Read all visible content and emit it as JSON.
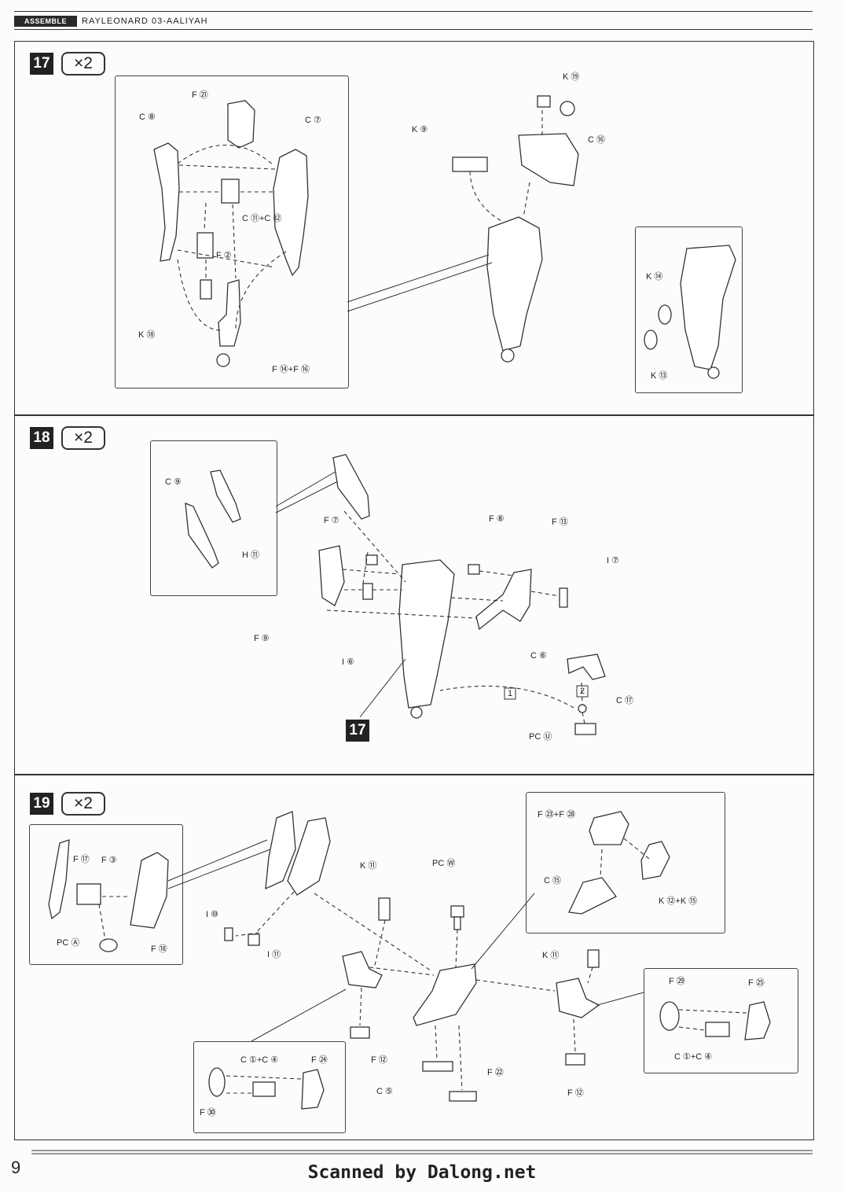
{
  "header": {
    "tag": "ASSEMBLE",
    "title": "RAYLEONARD 03-AALIYAH"
  },
  "steps": [
    {
      "number": "17",
      "multiplier": "×2",
      "labels": {
        "f21": "F ㉑",
        "c8": "C ⑧",
        "c7": "C ⑦",
        "c11c12": "C ⑪+C ⑫",
        "f2": "F ②",
        "k18": "K ⑱",
        "f14f16": "F ⑭+F ⑯",
        "k19": "K ⑲",
        "k9": "K ⑨",
        "c16": "C ⑯",
        "k14": "K ⑭",
        "k13": "K ⑬"
      }
    },
    {
      "number": "18",
      "multiplier": "×2",
      "labels": {
        "c9": "C ⑨",
        "h11": "H ⑪",
        "f7": "F ⑦",
        "f8": "F ⑧",
        "f13": "F ⑬",
        "i7": "I ⑦",
        "f9": "F ⑨",
        "i6": "I ⑥",
        "c6": "C ⑥",
        "c17": "C ⑰",
        "pcu": "PC Ⓤ",
        "seq1": "1",
        "seq2": "2",
        "ref17": "17"
      }
    },
    {
      "number": "19",
      "multiplier": "×2",
      "labels": {
        "f17": "F ⑰",
        "f3": "F ③",
        "pca": "PC Ⓐ",
        "f18": "F ⑱",
        "i10": "I ⑩",
        "i11": "I ⑪",
        "k11a": "K ⑪",
        "pcw": "PC Ⓦ",
        "f23f28": "F ㉓+F ㉘",
        "c15": "C ⑮",
        "k12k15": "K ⑫+K ⑮",
        "k11b": "K ⑪",
        "f29": "F ㉙",
        "f25": "F ㉕",
        "c1c4b": "C ①+C ④",
        "f12a": "F ⑫",
        "f12b": "F ⑫",
        "c5": "C ⑤",
        "f22": "F ㉒",
        "c1c4a": "C ①+C ④",
        "f24": "F ㉔",
        "f30": "F ㉚"
      }
    }
  ],
  "footer": {
    "page_number": "9",
    "credit": "Scanned by Dalong.net"
  }
}
